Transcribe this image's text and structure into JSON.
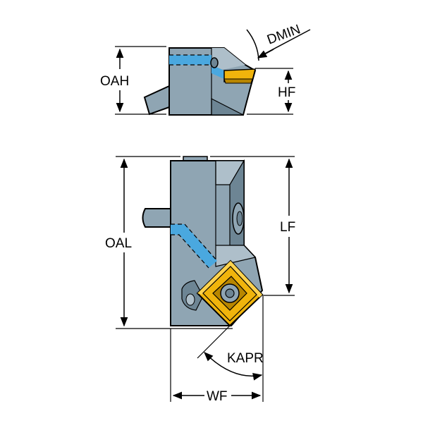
{
  "labels": {
    "dmin": "DMIN",
    "oah": "OAH",
    "hf": "HF",
    "oal": "OAL",
    "lf": "LF",
    "kapr": "KAPR",
    "wf": "WF"
  },
  "colors": {
    "body": "#8fa5b3",
    "body_dark": "#6d8594",
    "body_light": "#aebfca",
    "coolant": "#4aa8df",
    "insert": "#f0b40c",
    "insert_dark": "#b88600",
    "outline": "#000000"
  }
}
